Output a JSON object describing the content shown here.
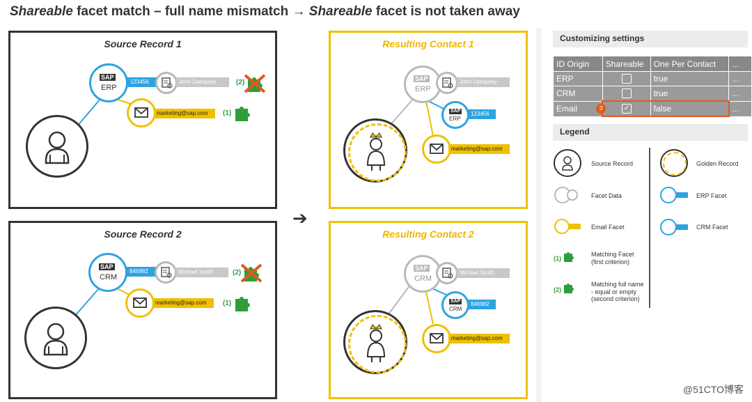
{
  "title": {
    "part1": "Shareable",
    "part2": " facet match – full name mismatch → ",
    "part3": "Shareable",
    "part4": " facet is not taken away"
  },
  "source1": {
    "title": "Source Record 1",
    "sap_label": "ERP",
    "id": "123456",
    "name": "John Dempsey",
    "email": "marketing@sap.com",
    "match1": "(1)",
    "match2": "(2)"
  },
  "source2": {
    "title": "Source Record 2",
    "sap_label": "CRM",
    "id": "846982",
    "name": "Michael Smith",
    "email": "marketing@sap.com",
    "match1": "(1)",
    "match2": "(2)"
  },
  "result1": {
    "title": "Resulting Contact 1",
    "sap_top": "ERP",
    "name": "John Dempsey",
    "sap_small": "ERP",
    "id": "123456",
    "email": "marketing@sap.com"
  },
  "result2": {
    "title": "Resulting Contact 2",
    "sap_top": "CRM",
    "name": "Michael Smith",
    "sap_small": "CRM",
    "id": "846982",
    "email": "marketing@sap.com"
  },
  "customizing": {
    "header": "Customizing settings",
    "columns": [
      "ID Origin",
      "Shareable",
      "One Per Contact",
      "..."
    ],
    "rows": [
      {
        "origin": "ERP",
        "shareable": false,
        "one_per": "true",
        "more": "..."
      },
      {
        "origin": "CRM",
        "shareable": false,
        "one_per": "true",
        "more": "..."
      },
      {
        "origin": "Email",
        "shareable": true,
        "one_per": "false",
        "more": "...",
        "badge": "3"
      }
    ]
  },
  "legend": {
    "header": "Legend",
    "source_record": "Source Record",
    "golden_record": "Golden Record",
    "facet_data": "Facet Data",
    "erp_facet": "ERP Facet",
    "email_facet": "Email Facet",
    "crm_facet": "CRM Facet",
    "matching_facet_l1": "Matching Facet",
    "matching_facet_l2": "(first criterion)",
    "matching_name_l1": "Matching full name",
    "matching_name_l2": "- equal or empty",
    "matching_name_l3": "(second criterion)",
    "m1": "(1)",
    "m2": "(2)"
  },
  "watermark": "@51CTO博客",
  "sap_text": "SAP",
  "colors": {
    "blue": "#2ea3e0",
    "yellow": "#f0c000",
    "green": "#2e9e3a",
    "gray": "#b8b8b8",
    "red": "#e05a20"
  }
}
